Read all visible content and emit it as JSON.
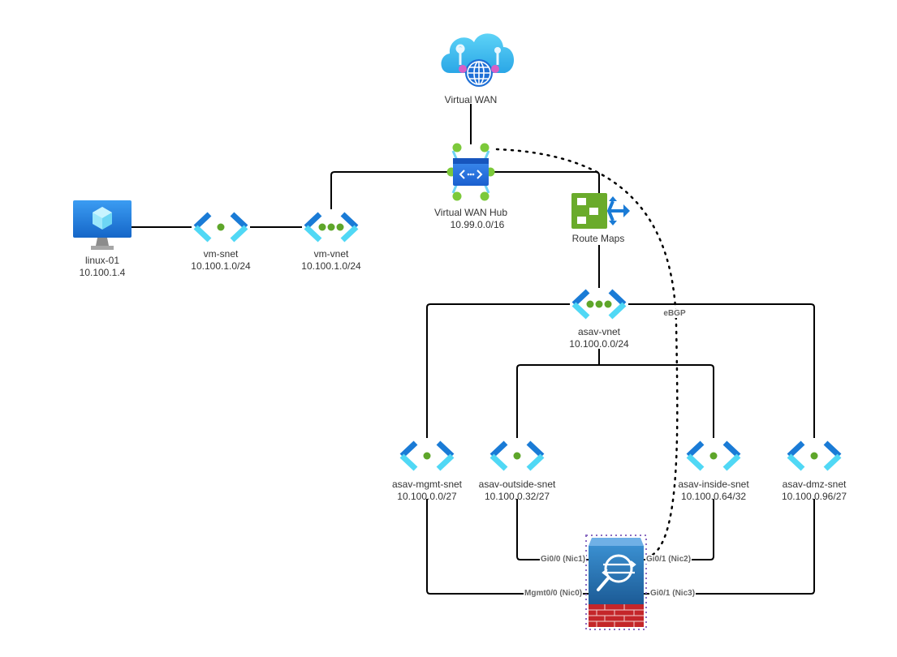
{
  "diagram": {
    "nodes": {
      "virtual_wan": {
        "label": "Virtual WAN",
        "icon": "cloud-globe-icon"
      },
      "wan_hub": {
        "label": "Virtual WAN Hub",
        "sublabel": "10.99.0.0/16",
        "icon": "virtual-wan-hub-icon"
      },
      "route_maps": {
        "label": "Route Maps",
        "icon": "route-maps-icon"
      },
      "linux_vm": {
        "label": "linux-01",
        "sublabel": "10.100.1.4",
        "icon": "virtual-machine-icon"
      },
      "vm_snet": {
        "label": "vm-snet",
        "sublabel": "10.100.1.0/24",
        "icon": "subnet-icon"
      },
      "vm_vnet": {
        "label": "vm-vnet",
        "sublabel": "10.100.1.0/24",
        "icon": "vnet-icon"
      },
      "asav_vnet": {
        "label": "asav-vnet",
        "sublabel": "10.100.0.0/24",
        "icon": "vnet-icon"
      },
      "mgmt_snet": {
        "label": "asav-mgmt-snet",
        "sublabel": "10.100.0.0/27",
        "icon": "subnet-icon"
      },
      "outside_snet": {
        "label": "asav-outside-snet",
        "sublabel": "10.100.0.32/27",
        "icon": "subnet-icon"
      },
      "inside_snet": {
        "label": "asav-inside-snet",
        "sublabel": "10.100.0.64/32",
        "icon": "subnet-icon"
      },
      "dmz_snet": {
        "label": "asav-dmz-snet",
        "sublabel": "10.100.0.96/27",
        "icon": "subnet-icon"
      },
      "asav": {
        "icon": "firewall-asa-icon"
      }
    },
    "ports": {
      "gi00": "Gi0/0 (Nic1)",
      "gi01_nic2": "Gi0/1 (Nic2)",
      "mgmt": "Mgmt0/0 (Nic0)",
      "gi01_nic3": "Gi0/1 (Nic3)"
    },
    "edge_labels": {
      "bgp": "eBGP"
    },
    "colors": {
      "line": "#000000",
      "label_text": "#333333",
      "azure_blue_dark": "#1a7bd6",
      "azure_blue_light": "#50d8f5",
      "dot_green": "#5ea62a",
      "route_green": "#6aab2b",
      "firewall_red": "#c4262a",
      "selection_purple": "#8a6bc1"
    }
  }
}
